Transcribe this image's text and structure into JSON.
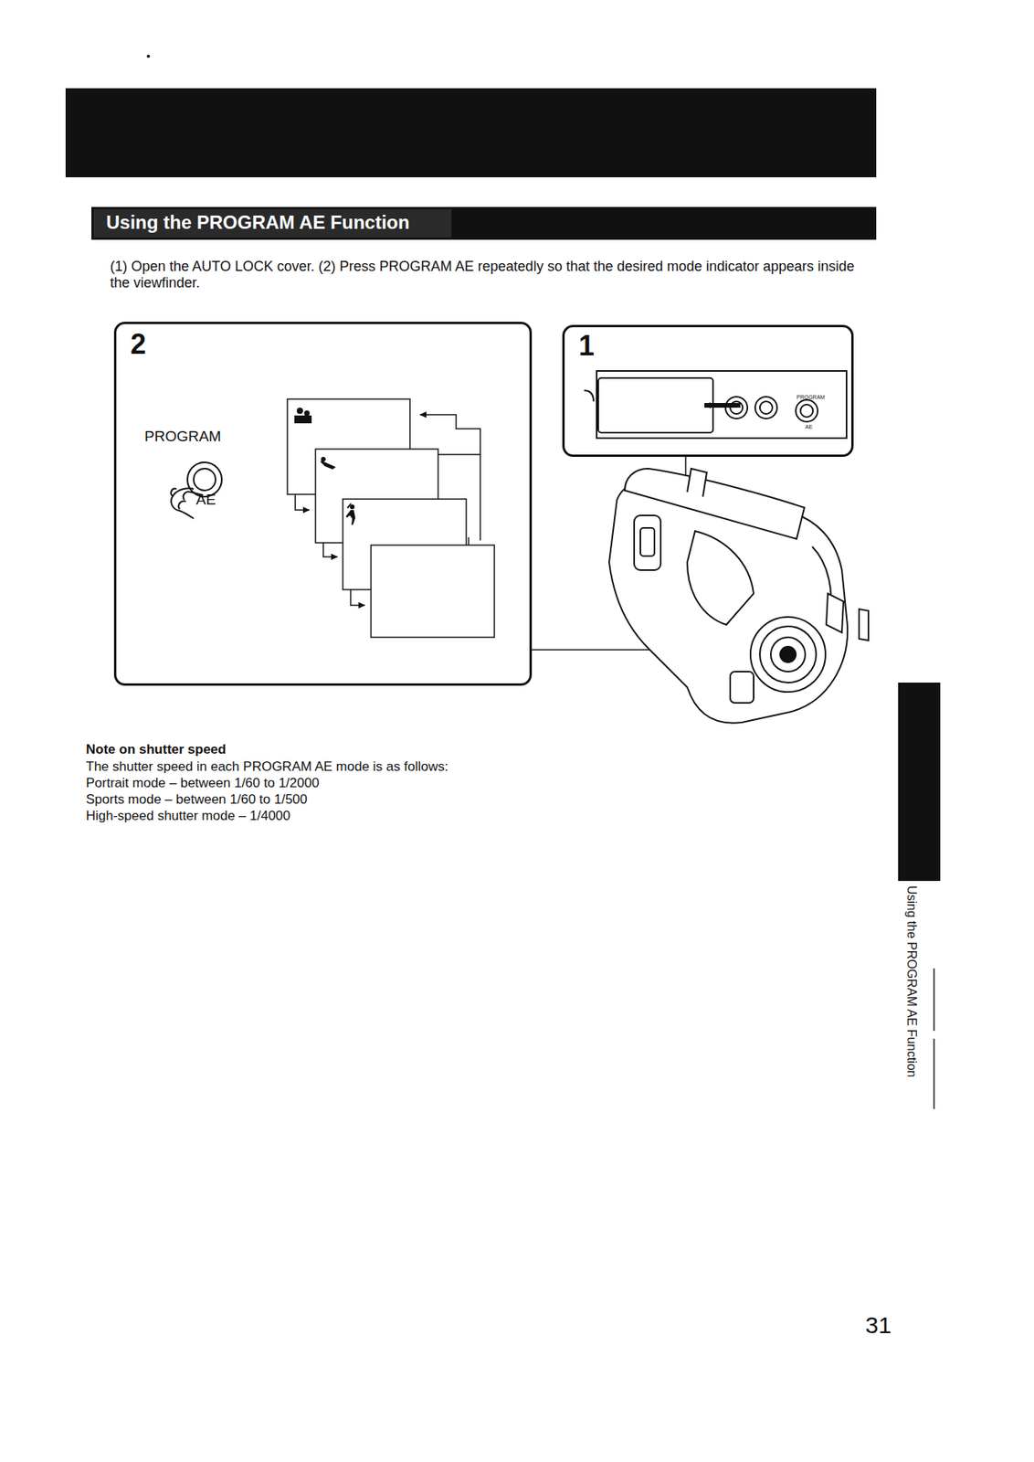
{
  "diagram": {
    "title": "Using the PROGRAM AE Function",
    "nodes": [
      {
        "text": [
          "2",
          "PROGRAM",
          "AE"
        ]
      },
      {
        "text": [
          "1",
          "PROGRAM",
          "AE"
        ]
      }
    ],
    "edges": [],
    "labels": [
      "(1) Open the AUTO LOCK cover. (2) Press PROGRAM AE repeatedly so that the desired mode indicator appears inside the viewfinder.",
      "Note on shutter speed",
      "The shutter speed in each PROGRAM AE mode is as follows:",
      "Portrait mode – between 1/60 to 1/2000",
      "Sports mode – between 1/60 to 1/500",
      "High-speed shutter mode – 1/4000",
      "Using the PROGRAM AE Function",
      "31"
    ]
  }
}
